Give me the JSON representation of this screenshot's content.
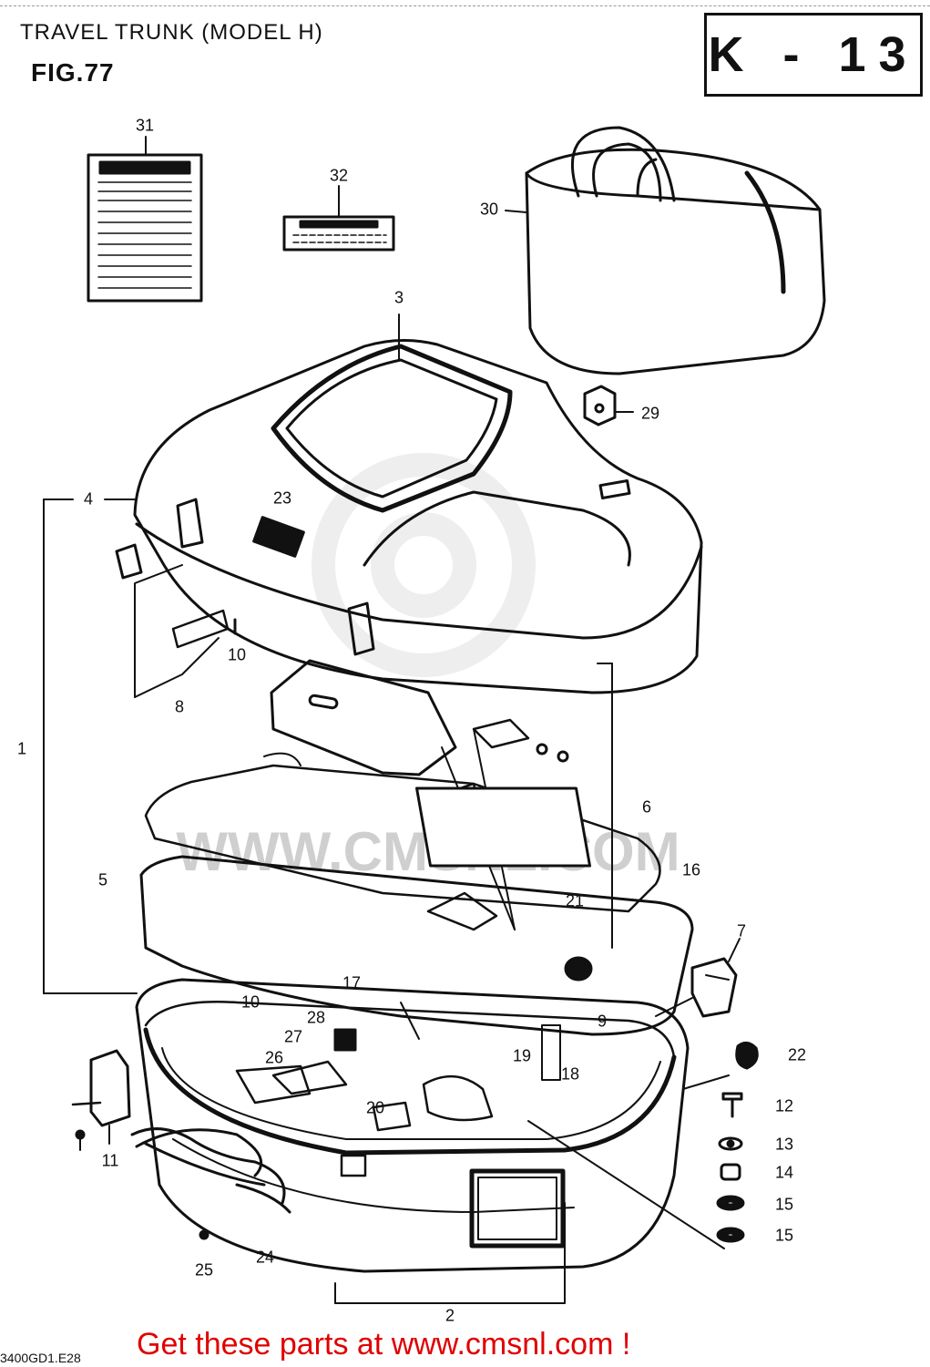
{
  "header": {
    "title": "TRAVEL TRUNK (MODEL H)",
    "figure": "FIG.77",
    "section_code": "K - 13"
  },
  "callouts": [
    {
      "n": "31"
    },
    {
      "n": "32"
    },
    {
      "n": "30"
    },
    {
      "n": "3"
    },
    {
      "n": "29"
    },
    {
      "n": "4"
    },
    {
      "n": "23"
    },
    {
      "n": "10"
    },
    {
      "n": "8"
    },
    {
      "n": "1"
    },
    {
      "n": "6"
    },
    {
      "n": "5"
    },
    {
      "n": "16"
    },
    {
      "n": "21"
    },
    {
      "n": "7"
    },
    {
      "n": "17"
    },
    {
      "n": "10"
    },
    {
      "n": "28"
    },
    {
      "n": "9"
    },
    {
      "n": "27"
    },
    {
      "n": "22"
    },
    {
      "n": "26"
    },
    {
      "n": "19"
    },
    {
      "n": "18"
    },
    {
      "n": "12"
    },
    {
      "n": "20"
    },
    {
      "n": "13"
    },
    {
      "n": "11"
    },
    {
      "n": "14"
    },
    {
      "n": "15"
    },
    {
      "n": "15"
    },
    {
      "n": "24"
    },
    {
      "n": "25"
    },
    {
      "n": "2"
    }
  ],
  "watermark": {
    "text": "WWW.CMSNL.COM"
  },
  "footer": {
    "text": "Get these parts at www.cmsnl.com !"
  },
  "drawing_code": "3400GD1.E28"
}
